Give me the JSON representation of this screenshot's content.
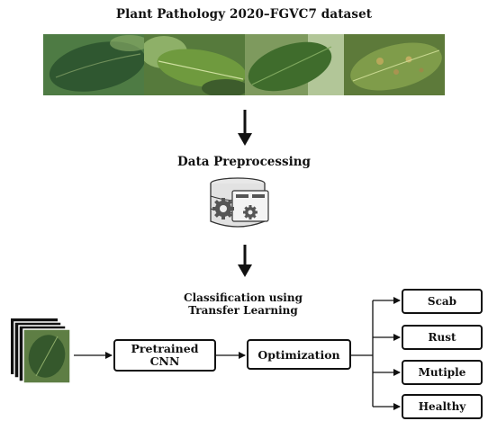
{
  "diagram": {
    "title": "Plant Pathology 2020–FGVC7 dataset",
    "step_preprocessing": "Data Preprocessing",
    "classification_label_line1": "Classification using",
    "classification_label_line2": "Transfer Learning",
    "cnn_line1": "Pretrained",
    "cnn_line2": "CNN",
    "optimization": "Optimization",
    "outputs": [
      "Scab",
      "Rust",
      "Mutiple",
      "Healthy"
    ]
  },
  "colors": {
    "leaf_dark": "#2f4f2a",
    "leaf_mid": "#4f7a36",
    "leaf_light": "#9fc06a",
    "line": "#111111"
  },
  "icons": [
    "database-gear-icon",
    "image-stack-icon"
  ]
}
